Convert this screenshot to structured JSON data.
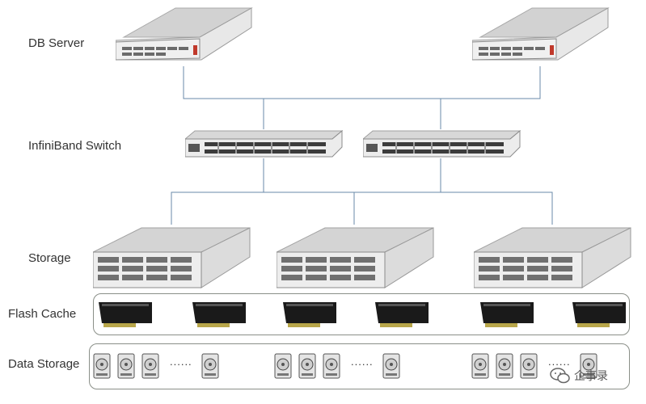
{
  "labels": {
    "db_server": "DB Server",
    "infiniband_switch": "InfiniBand Switch",
    "storage": "Storage",
    "flash_cache": "Flash Cache",
    "data_storage": "Data Storage"
  },
  "ellipsis": "......",
  "watermark": {
    "text": "企事录",
    "icon": "wechat-icon"
  },
  "colors": {
    "wire": "#6a8aa8",
    "panel_border": "#8a8f88",
    "server_body": "#e6e6e6",
    "card_black": "#1a1a1a"
  }
}
